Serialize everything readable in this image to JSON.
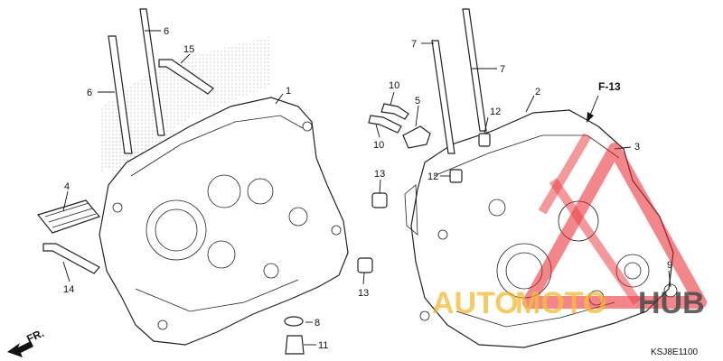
{
  "callouts": [
    {
      "id": "c1",
      "text": "1"
    },
    {
      "id": "c2",
      "text": "2"
    },
    {
      "id": "c3",
      "text": "3"
    },
    {
      "id": "c4",
      "text": "4"
    },
    {
      "id": "c5",
      "text": "5"
    },
    {
      "id": "c6a",
      "text": "6"
    },
    {
      "id": "c6b",
      "text": "6"
    },
    {
      "id": "c7a",
      "text": "7"
    },
    {
      "id": "c7b",
      "text": "7"
    },
    {
      "id": "c8",
      "text": "8"
    },
    {
      "id": "c9",
      "text": "9"
    },
    {
      "id": "c10a",
      "text": "10"
    },
    {
      "id": "c10b",
      "text": "10"
    },
    {
      "id": "c11",
      "text": "11"
    },
    {
      "id": "c12a",
      "text": "12"
    },
    {
      "id": "c12b",
      "text": "12"
    },
    {
      "id": "c13a",
      "text": "13"
    },
    {
      "id": "c13b",
      "text": "13"
    },
    {
      "id": "c14",
      "text": "14"
    },
    {
      "id": "c15",
      "text": "15"
    }
  ],
  "ref_label": "F-13",
  "direction_label": "FR.",
  "diagram_code": "KSJ8E1100",
  "watermark": {
    "brand_part1": "AUTO",
    "brand_part2": "MOTO",
    "brand_part3": "HUB",
    "color_primary": "#e8242b",
    "color_secondary": "#f2b21c",
    "color_dark": "#2a2a2a"
  }
}
